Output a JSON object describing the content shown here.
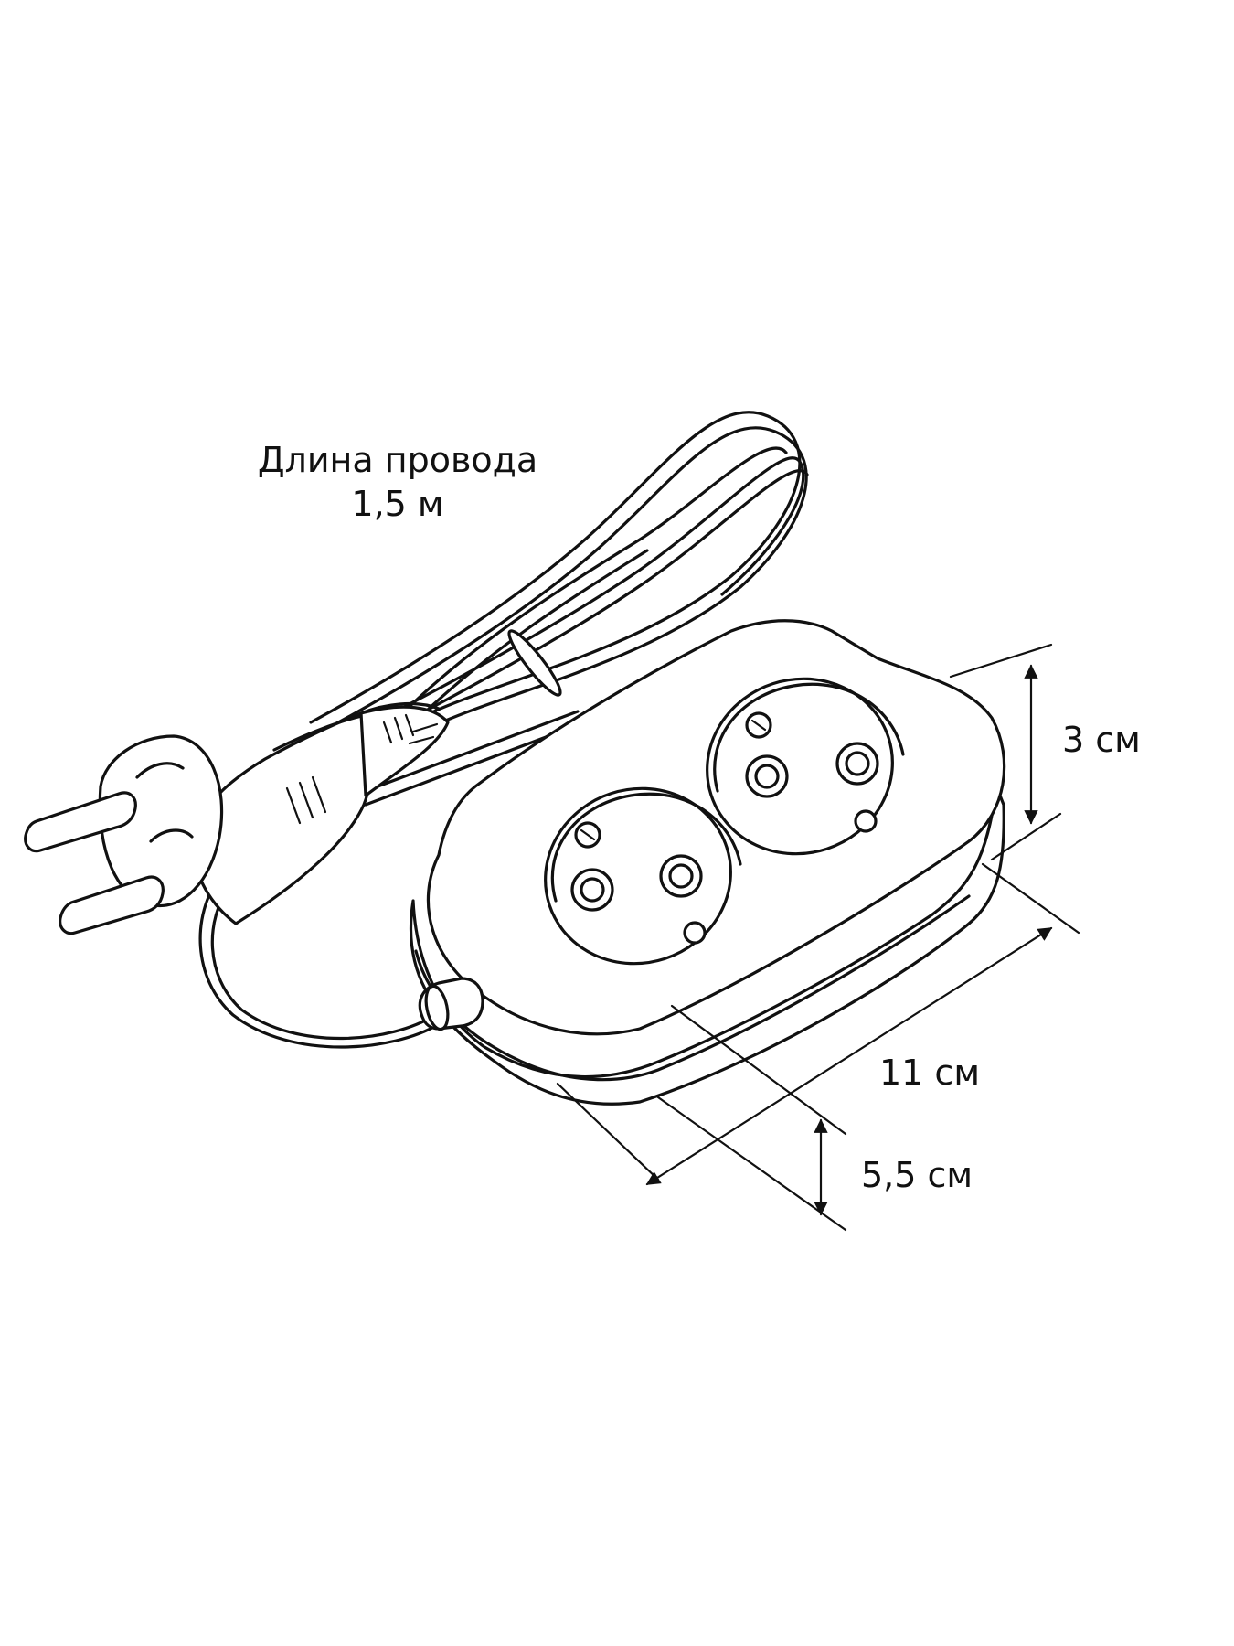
{
  "labels": {
    "cord_length_title": "Длина провода",
    "cord_length_value": "1,5 м",
    "height": "3 см",
    "length": "11 см",
    "width": "5,5 см"
  },
  "colors": {
    "line": "#111111",
    "background": "#ffffff"
  }
}
